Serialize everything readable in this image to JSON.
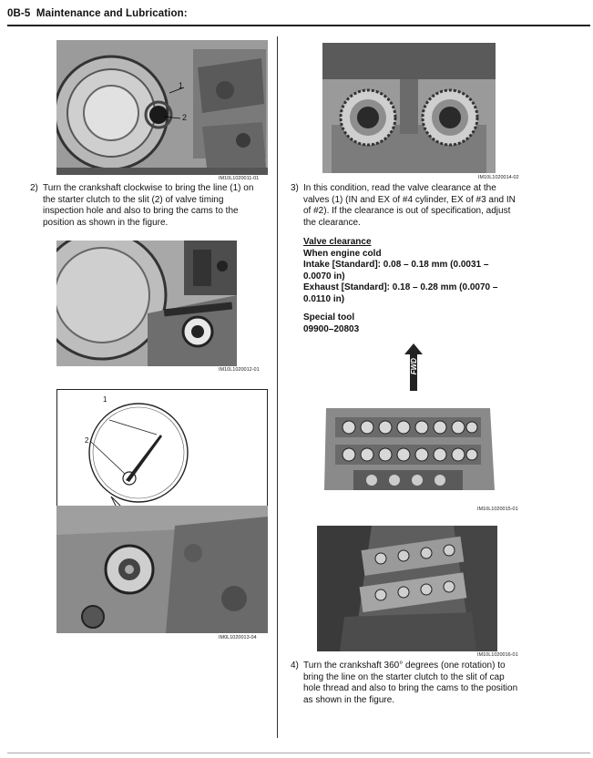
{
  "header": {
    "section": "0B-5",
    "title": "Maintenance and Lubrication:"
  },
  "figures": {
    "fig11": {
      "caption": "IM10L1020011-01",
      "labels": [
        "1",
        "2"
      ]
    },
    "fig12": {
      "caption": "IM10L1020012-01"
    },
    "fig13": {
      "caption": "IM0L1020013-04",
      "labels": [
        "1",
        "2"
      ]
    },
    "fig14": {
      "caption": "IM10L1020014-02"
    },
    "fig15": {
      "caption": "IM10L1020015-01",
      "arrow_label": "FWD"
    },
    "fig16": {
      "caption": "IM10L1020016-01"
    }
  },
  "steps": {
    "s2": {
      "num": "2)",
      "lines": [
        "Turn the crankshaft clockwise to bring the line (1) on",
        "the starter clutch to the slit (2) of valve timing",
        "inspection hole and also to bring the cams to the",
        "position as shown in the figure."
      ]
    },
    "s3": {
      "num": "3)",
      "lines": [
        "In this condition, read the valve clearance at the",
        "valves (1) (IN and EX of #4 cylinder, EX of #3 and IN",
        "of #2). If the clearance is out of specification, adjust",
        "the clearance."
      ]
    },
    "s4": {
      "num": "4)",
      "lines": [
        "Turn the crankshaft 360° degrees (one rotation) to",
        "bring the line on the starter clutch to the slit of cap",
        "hole thread and also to bring the cams to the position",
        "as shown in the figure."
      ]
    }
  },
  "spec": {
    "title": "Valve clearance",
    "condition": "When engine cold",
    "intake_1": "Intake [Standard]: 0.08 – 0.18 mm (0.0031 –",
    "intake_2": "0.0070 in)",
    "exhaust_1": "Exhaust [Standard]: 0.18 – 0.28 mm (0.0070 –",
    "exhaust_2": "0.0110 in)",
    "tool_title": "Special tool",
    "tool_number": "09900–20803"
  }
}
